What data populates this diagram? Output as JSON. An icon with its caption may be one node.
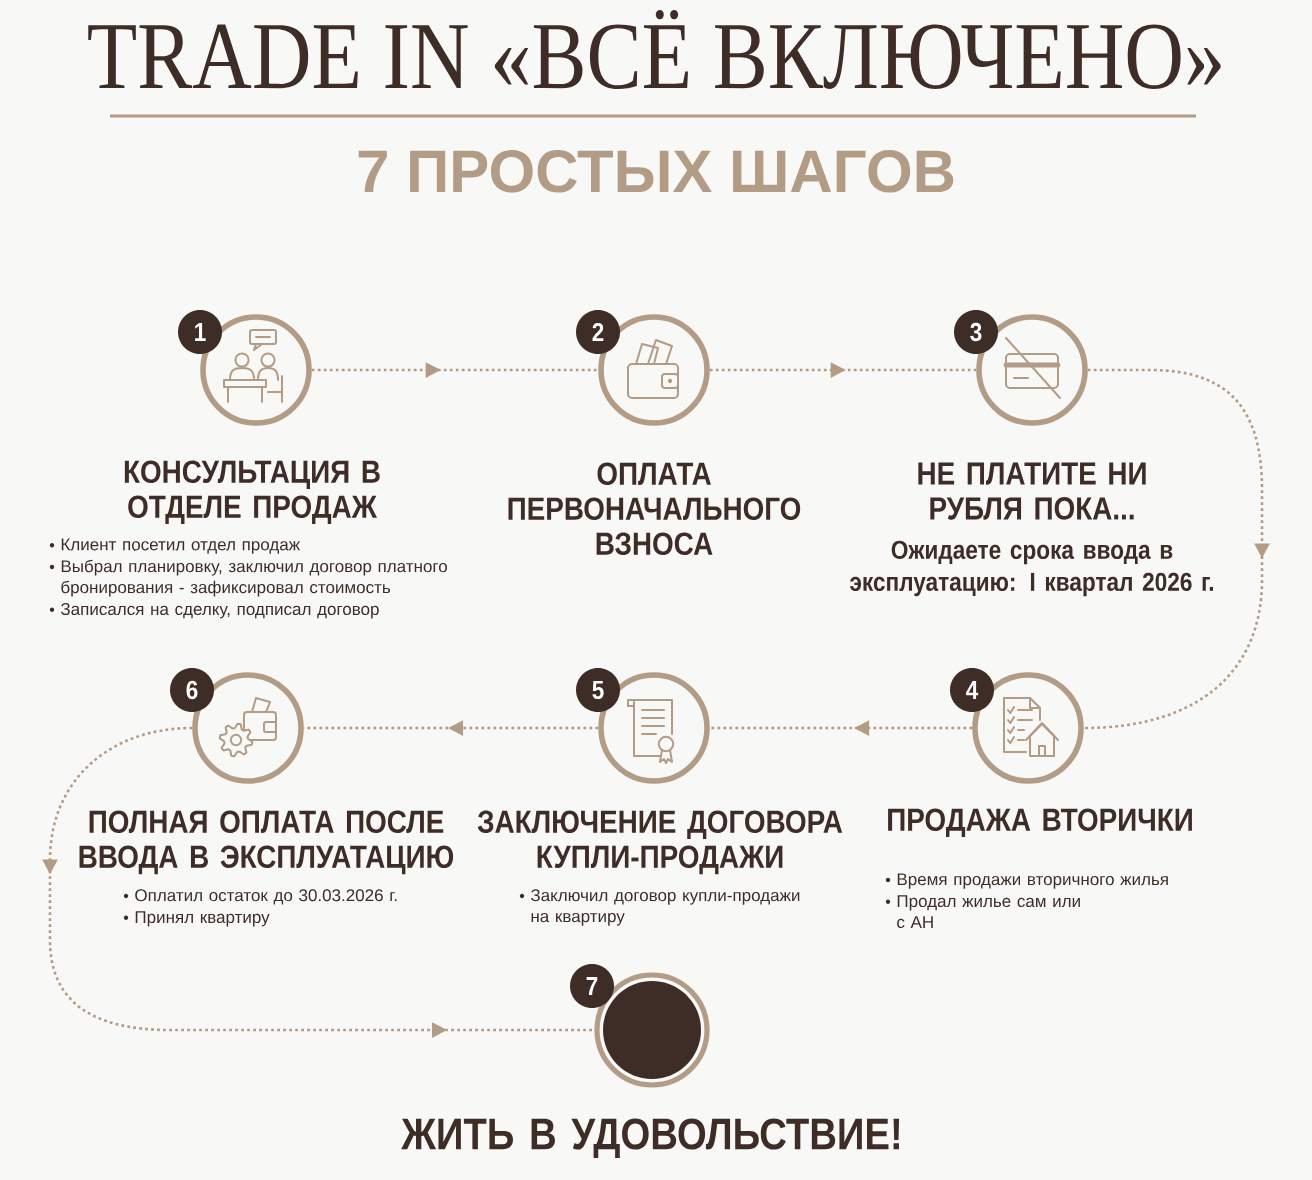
{
  "diagram": {
    "title": "TRADE IN «ВСЁ ВКЛЮЧЕНО»",
    "nodes": [
      {
        "text": [
          "1",
          "КОНСУЛЬТАЦИЯ В ОТДЕЛЕ ПРОДАЖ",
          "Клиент посетил отдел продаж",
          "Выбрал планировку, заключил договор платного бронирования - зафиксировал стоимость",
          "Записался на сделку, подписал договор"
        ]
      },
      {
        "text": [
          "2",
          "ОПЛАТА ПЕРВОНАЧАЛЬНОГО ВЗНОСА"
        ]
      },
      {
        "text": [
          "3",
          "НЕ ПЛАТИТЕ НИ РУБЛЯ ПОКА...",
          "Ожидаете срока ввода в эксплуатацию: I квартал 2026 г."
        ]
      },
      {
        "text": [
          "4",
          "ПРОДАЖА ВТОРИЧКИ",
          "Время продажи вторичного жилья",
          "Продал жилье сам или с АН"
        ]
      },
      {
        "text": [
          "5",
          "ЗАКЛЮЧЕНИЕ ДОГОВОРА КУПЛИ-ПРОДАЖИ",
          "Заключил договор купли-продажи на квартиру"
        ]
      },
      {
        "text": [
          "6",
          "ПОЛНАЯ ОПЛАТА ПОСЛЕ ВВОДА В ЭКСПЛУАТАЦИЮ",
          "Оплатил остаток до 30.03.2026 г.",
          "Принял квартиру"
        ]
      },
      {
        "text": [
          "7",
          "ЖИТЬ В УДОВОЛЬСТВИЕ!"
        ]
      }
    ],
    "edges": [
      {
        "from": 0,
        "to": 1,
        "arrow": "to"
      },
      {
        "from": 1,
        "to": 2,
        "arrow": "to"
      },
      {
        "from": 2,
        "to": 3,
        "arrow": "to"
      },
      {
        "from": 3,
        "to": 4,
        "arrow": "to"
      },
      {
        "from": 4,
        "to": 5,
        "arrow": "to"
      },
      {
        "from": 5,
        "to": 6,
        "arrow": "to"
      }
    ],
    "labels": [
      "7 ПРОСТЫХ ШАГОВ"
    ]
  }
}
